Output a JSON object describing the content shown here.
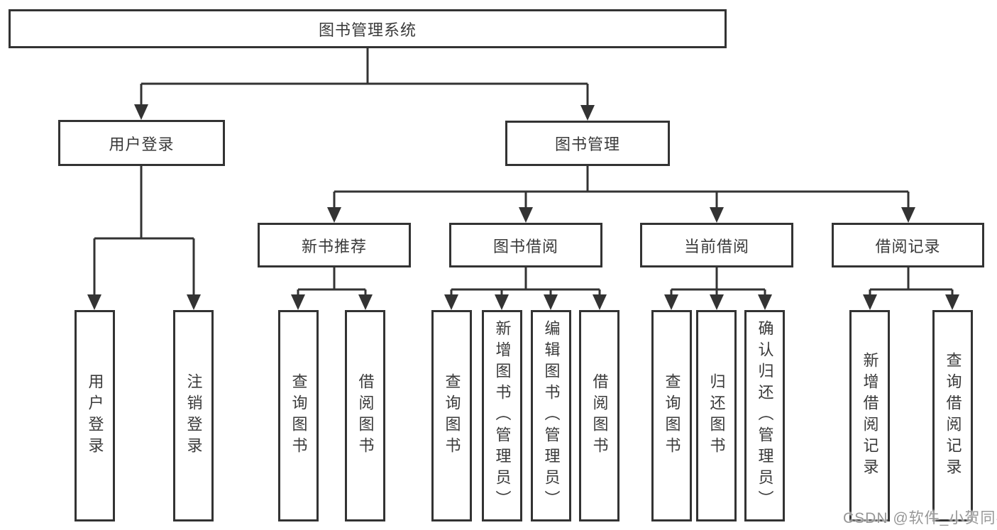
{
  "diagram": {
    "title": "图书管理系统",
    "user": {
      "label": "用户登录",
      "children": [
        "用户登录",
        "注销登录"
      ]
    },
    "management": {
      "label": "图书管理",
      "sections": [
        {
          "label": "新书推荐",
          "children": [
            "查询图书",
            "借阅图书"
          ]
        },
        {
          "label": "图书借阅",
          "children": [
            "查询图书",
            "新增图书（管理员）",
            "编辑图书（管理员）",
            "借阅图书"
          ]
        },
        {
          "label": "当前借阅",
          "children": [
            "查询图书",
            "归还图书",
            "确认归还（管理员）"
          ]
        },
        {
          "label": "借阅记录",
          "children": [
            "新增借阅记录",
            "查询借阅记录"
          ]
        }
      ]
    }
  },
  "watermark": "CSDN @软件_小贺同学",
  "colors": {
    "line": "#333333",
    "text": "#3a3a3a",
    "watermark": "#979797",
    "background": "#ffffff"
  }
}
